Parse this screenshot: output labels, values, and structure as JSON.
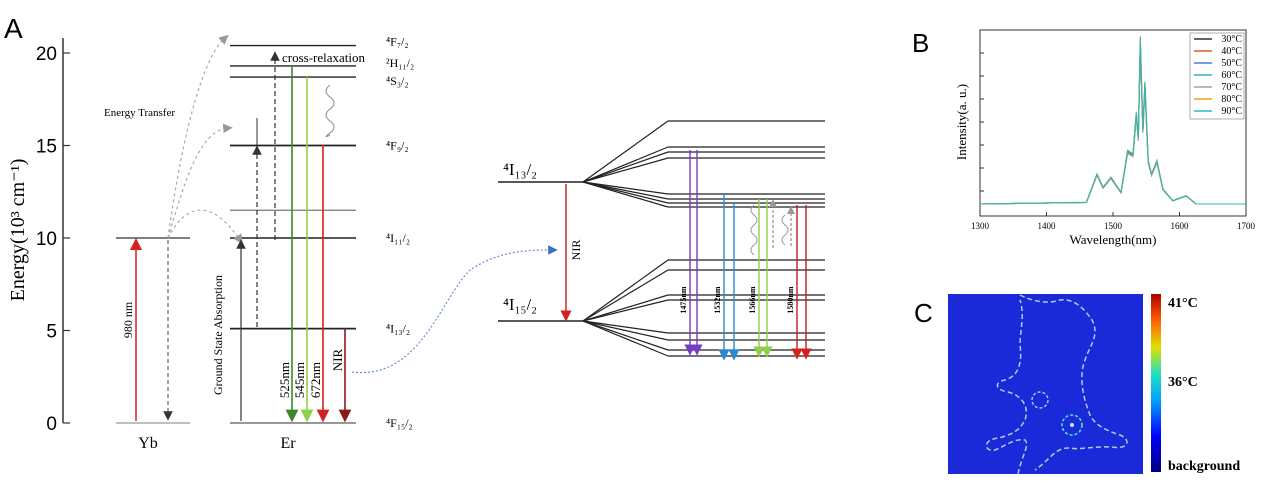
{
  "panel_labels": {
    "a": "A",
    "b": "B",
    "c": "C"
  },
  "panel_a": {
    "y_axis_label": "Energy(10³ cm⁻¹)",
    "y_ticks": [
      "0",
      "5",
      "10",
      "15",
      "20"
    ],
    "energy_transfer": "Energy Transfer",
    "cross_relaxation": "cross-relaxation",
    "ground_state_absorption": "Ground State Absorption",
    "yb_label": "Yb",
    "er_label": "Er",
    "yb_excitation": "980 nm",
    "emissions": [
      "525nm",
      "545nm",
      "672nm",
      "NIR"
    ],
    "levels": [
      {
        "label": "⁴F₇/₂",
        "energy": 20.4
      },
      {
        "label": "²H₁₁/₂",
        "energy": 19.3
      },
      {
        "label": "⁴S₃/₂",
        "energy": 18.7
      },
      {
        "label": "⁴F₉/₂",
        "energy": 15.0
      },
      {
        "label": "⁴I₁₁/₂",
        "energy": 10.0
      },
      {
        "label": "⁴I₁₃/₂",
        "energy": 5.1
      },
      {
        "label": "⁴F₁₅/₂",
        "energy": 0
      }
    ],
    "yb_levels": [
      10.0,
      0
    ],
    "unlabeled_level": 11.5
  },
  "panel_a2": {
    "upper_label": "⁴I₁₃/₂",
    "lower_label": "⁴I₁₅/₂",
    "nir_label": "NIR",
    "transitions": [
      "1475nm",
      "1532nm",
      "1566nm",
      "1580nm"
    ]
  },
  "chart_data": {
    "type": "line",
    "xlabel": "Wavelength(nm)",
    "ylabel": "Intensity(a. u.)",
    "xlim": [
      1300,
      1700
    ],
    "x_ticks": [
      "1300",
      "1400",
      "1500",
      "1600",
      "1700"
    ],
    "grid": false,
    "legend_position": "top-right",
    "series": [
      {
        "name": "30°C",
        "color": "#333333",
        "peak_scale": 0.96
      },
      {
        "name": "40°C",
        "color": "#e0553a",
        "peak_scale": 0.98
      },
      {
        "name": "50°C",
        "color": "#4a7fd1",
        "peak_scale": 0.95
      },
      {
        "name": "60°C",
        "color": "#2bb0c8",
        "peak_scale": 0.97
      },
      {
        "name": "70°C",
        "color": "#b0a090",
        "peak_scale": 0.94
      },
      {
        "name": "80°C",
        "color": "#f0a020",
        "peak_scale": 1.0
      },
      {
        "name": "90°C",
        "color": "#30b8b0",
        "peak_scale": 0.99
      }
    ],
    "peaks": [
      {
        "x": 1300,
        "y": 0.0
      },
      {
        "x": 1460,
        "y": 0.01
      },
      {
        "x": 1476,
        "y": 0.18
      },
      {
        "x": 1485,
        "y": 0.1
      },
      {
        "x": 1497,
        "y": 0.16
      },
      {
        "x": 1512,
        "y": 0.07
      },
      {
        "x": 1522,
        "y": 0.32
      },
      {
        "x": 1530,
        "y": 0.3
      },
      {
        "x": 1535,
        "y": 0.55
      },
      {
        "x": 1538,
        "y": 0.4
      },
      {
        "x": 1541,
        "y": 1.0
      },
      {
        "x": 1545,
        "y": 0.45
      },
      {
        "x": 1548,
        "y": 0.73
      },
      {
        "x": 1553,
        "y": 0.26
      },
      {
        "x": 1558,
        "y": 0.18
      },
      {
        "x": 1566,
        "y": 0.26
      },
      {
        "x": 1575,
        "y": 0.09
      },
      {
        "x": 1590,
        "y": 0.02
      },
      {
        "x": 1610,
        "y": 0.05
      },
      {
        "x": 1625,
        "y": 0.0
      },
      {
        "x": 1700,
        "y": 0.0
      }
    ]
  },
  "panel_c": {
    "scale_max": "41°C",
    "scale_mid": "36°C",
    "scale_min": "background",
    "map_color": "#1a2ad8"
  }
}
